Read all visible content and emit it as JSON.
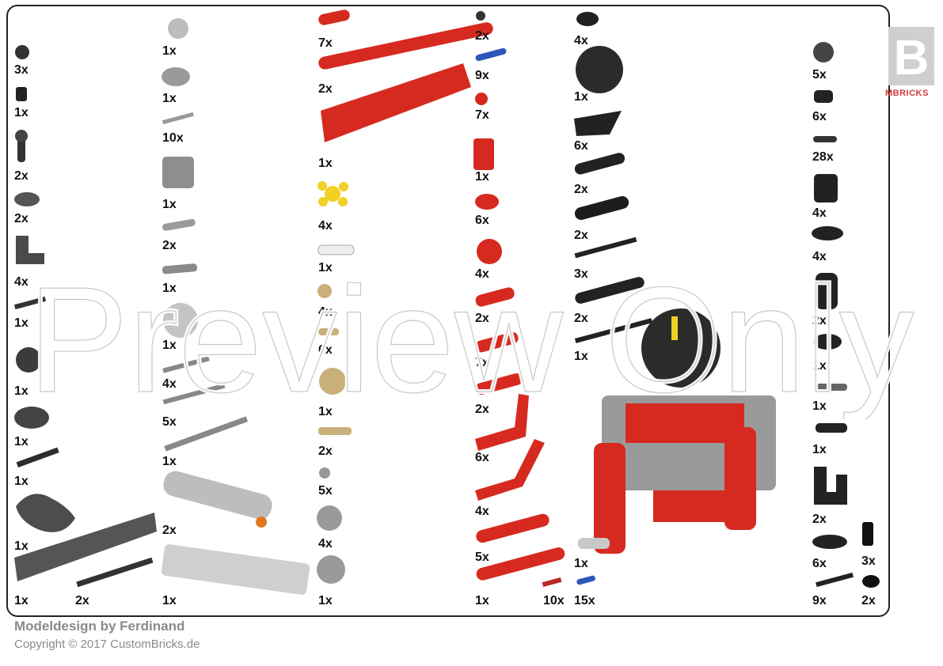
{
  "footer": {
    "credit": "Modeldesign by Ferdinand",
    "copyright": "Copyright © 2017 CustomBricks.de"
  },
  "logo": {
    "text": "MBRICKS",
    "letter": "B"
  },
  "watermark": {
    "text": "Preview Only"
  },
  "colors": {
    "red": "#d62a20",
    "black": "#222222",
    "grey": "#8c8c8c",
    "lightgrey": "#c8c8c8",
    "yellow": "#f2d024",
    "tan": "#c9b07a",
    "blue": "#2c56b8"
  },
  "parts": {
    "col1": [
      "3x",
      "1x",
      "2x",
      "2x",
      "4x",
      "1x",
      "1x",
      "1x",
      "1x",
      "1x",
      "1x"
    ],
    "col2": [
      "1x",
      "1x",
      "10x",
      "1x",
      "2x",
      "1x",
      "1x",
      "4x",
      "5x",
      "1x",
      "2x",
      "1x"
    ],
    "col3": [
      "7x",
      "2x",
      "1x",
      "4x",
      "1x",
      "4x",
      "6x",
      "1x",
      "2x",
      "5x",
      "4x",
      "1x"
    ],
    "col4": [
      "2x",
      "9x",
      "7x",
      "1x",
      "6x",
      "4x",
      "2x",
      "7x",
      "2x",
      "6x",
      "4x",
      "5x",
      "1x",
      "10x"
    ],
    "col5": [
      "4x",
      "1x",
      "6x",
      "2x",
      "2x",
      "3x",
      "2x",
      "1x",
      "1x",
      "15x"
    ],
    "col6": [
      "5x",
      "6x",
      "28x",
      "4x",
      "4x",
      "2x",
      "1x",
      "1x",
      "1x",
      "2x",
      "6x",
      "3x",
      "9x",
      "2x"
    ]
  }
}
